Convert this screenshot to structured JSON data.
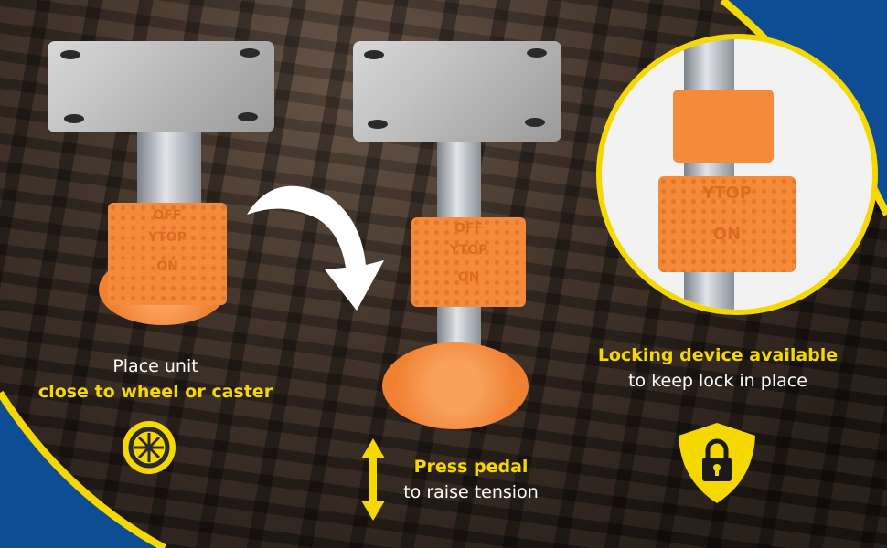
{
  "captions": {
    "left": {
      "line1": "Place unit",
      "line2": "close to wheel or caster"
    },
    "center": {
      "line1": "Press pedal",
      "line2": "to raise tension"
    },
    "right": {
      "line1": "Locking device available",
      "line2": "to keep lock in place"
    }
  },
  "pedal_text": {
    "off": "OFF",
    "brand": "YTOP",
    "on": "ON"
  },
  "colors": {
    "yellow": "#f5d800",
    "blue": "#0d4d93",
    "orange": "#f58a3a"
  },
  "icons": [
    "wheel-icon",
    "up-down-arrow-icon",
    "shield-lock-icon",
    "curved-arrow-icon"
  ]
}
